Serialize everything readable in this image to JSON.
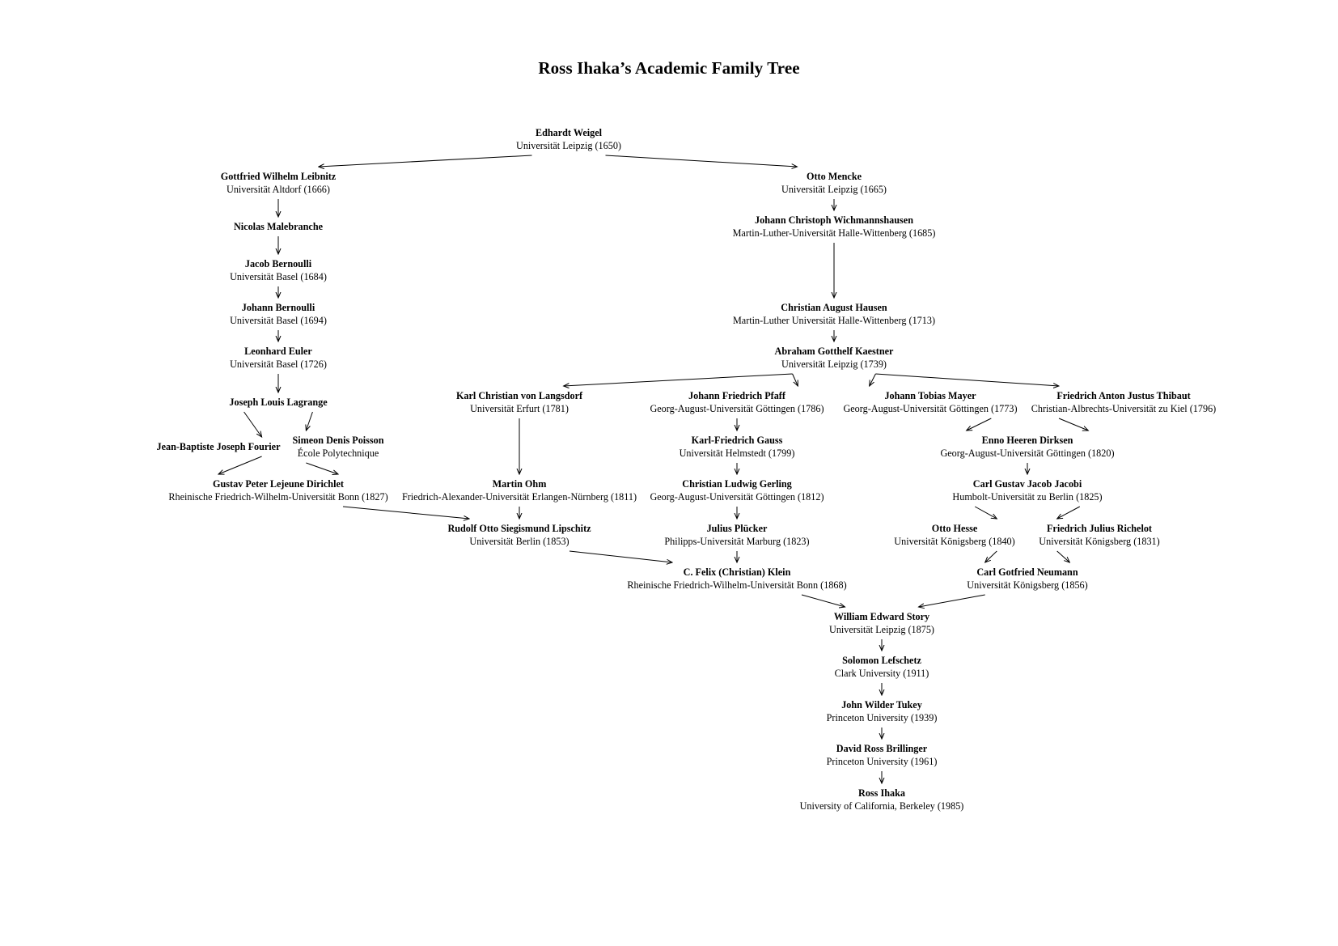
{
  "title": "Ross Ihaka’s Academic Family Tree",
  "nodes": {
    "weigel": {
      "name": "Edhardt Weigel",
      "institution": "Universität Leipzig (1650)"
    },
    "leibnitz": {
      "name": "Gottfried Wilhelm Leibnitz",
      "institution": "Universität Altdorf (1666)"
    },
    "mencke": {
      "name": "Otto Mencke",
      "institution": "Universität Leipzig (1665)"
    },
    "malebranche": {
      "name": "Nicolas Malebranche",
      "institution": ""
    },
    "wichmannshausen": {
      "name": "Johann Christoph Wichmannshausen",
      "institution": "Martin-Luther-Universität Halle-Wittenberg (1685)"
    },
    "jacob_bernoulli": {
      "name": "Jacob Bernoulli",
      "institution": "Universität Basel (1684)"
    },
    "johann_bernoulli": {
      "name": "Johann Bernoulli",
      "institution": "Universität Basel (1694)"
    },
    "hausen": {
      "name": "Christian August Hausen",
      "institution": "Martin-Luther Universität Halle-Wittenberg (1713)"
    },
    "euler": {
      "name": "Leonhard Euler",
      "institution": "Universität Basel (1726)"
    },
    "kaestner": {
      "name": "Abraham Gotthelf Kaestner",
      "institution": "Universität Leipzig (1739)"
    },
    "lagrange": {
      "name": "Joseph Louis Lagrange",
      "institution": ""
    },
    "langsdorf": {
      "name": "Karl Christian von Langsdorf",
      "institution": "Universität Erfurt (1781)"
    },
    "pfaff": {
      "name": "Johann Friedrich Pfaff",
      "institution": "Georg-August-Universität Göttingen (1786)"
    },
    "mayer": {
      "name": "Johann Tobias Mayer",
      "institution": "Georg-August-Universität Göttingen (1773)"
    },
    "thibaut": {
      "name": "Friedrich Anton Justus Thibaut",
      "institution": "Christian-Albrechts-Universität zu Kiel (1796)"
    },
    "fourier": {
      "name": "Jean-Baptiste Joseph Fourier",
      "institution": ""
    },
    "poisson": {
      "name": "Simeon Denis Poisson",
      "institution": "École Polytechnique"
    },
    "gauss": {
      "name": "Karl-Friedrich Gauss",
      "institution": "Universität Helmstedt (1799)"
    },
    "dirksen": {
      "name": "Enno Heeren Dirksen",
      "institution": "Georg-August-Universität Göttingen (1820)"
    },
    "dirichlet": {
      "name": "Gustav Peter Lejeune Dirichlet",
      "institution": "Rheinische Friedrich-Wilhelm-Universität Bonn (1827)"
    },
    "ohm": {
      "name": "Martin Ohm",
      "institution": "Friedrich-Alexander-Universität Erlangen-Nürnberg (1811)"
    },
    "gerling": {
      "name": "Christian Ludwig Gerling",
      "institution": "Georg-August-Universität Göttingen (1812)"
    },
    "jacobi": {
      "name": "Carl Gustav Jacob Jacobi",
      "institution": "Humbolt-Universität zu Berlin (1825)"
    },
    "lipschitz": {
      "name": "Rudolf Otto Siegismund Lipschitz",
      "institution": "Universität Berlin (1853)"
    },
    "pluecker": {
      "name": "Julius Plücker",
      "institution": "Philipps-Universität Marburg (1823)"
    },
    "hesse": {
      "name": "Otto Hesse",
      "institution": "Universität Königsberg (1840)"
    },
    "richelot": {
      "name": "Friedrich Julius Richelot",
      "institution": "Universität Königsberg (1831)"
    },
    "klein": {
      "name": "C. Felix (Christian) Klein",
      "institution": "Rheinische Friedrich-Wilhelm-Universität Bonn (1868)"
    },
    "neumann": {
      "name": "Carl Gotfried Neumann",
      "institution": "Universität Königsberg (1856)"
    },
    "story": {
      "name": "William Edward Story",
      "institution": "Universität Leipzig (1875)"
    },
    "lefschetz": {
      "name": "Solomon Lefschetz",
      "institution": "Clark University (1911)"
    },
    "tukey": {
      "name": "John Wilder Tukey",
      "institution": "Princeton University (1939)"
    },
    "brillinger": {
      "name": "David Ross Brillinger",
      "institution": "Princeton University (1961)"
    },
    "ihaka": {
      "name": "Ross Ihaka",
      "institution": "University of California, Berkeley (1985)"
    }
  },
  "edges": [
    [
      "weigel",
      "leibnitz"
    ],
    [
      "weigel",
      "mencke"
    ],
    [
      "leibnitz",
      "malebranche"
    ],
    [
      "malebranche",
      "jacob_bernoulli"
    ],
    [
      "jacob_bernoulli",
      "johann_bernoulli"
    ],
    [
      "johann_bernoulli",
      "euler"
    ],
    [
      "euler",
      "lagrange"
    ],
    [
      "lagrange",
      "fourier"
    ],
    [
      "lagrange",
      "poisson"
    ],
    [
      "fourier",
      "dirichlet"
    ],
    [
      "poisson",
      "dirichlet"
    ],
    [
      "dirichlet",
      "lipschitz"
    ],
    [
      "mencke",
      "wichmannshausen"
    ],
    [
      "wichmannshausen",
      "hausen"
    ],
    [
      "hausen",
      "kaestner"
    ],
    [
      "kaestner",
      "langsdorf"
    ],
    [
      "kaestner",
      "pfaff"
    ],
    [
      "kaestner",
      "mayer"
    ],
    [
      "kaestner",
      "thibaut"
    ],
    [
      "langsdorf",
      "ohm"
    ],
    [
      "ohm",
      "lipschitz"
    ],
    [
      "pfaff",
      "gauss"
    ],
    [
      "gauss",
      "gerling"
    ],
    [
      "gerling",
      "pluecker"
    ],
    [
      "lipschitz",
      "klein"
    ],
    [
      "pluecker",
      "klein"
    ],
    [
      "mayer",
      "dirksen"
    ],
    [
      "thibaut",
      "dirksen"
    ],
    [
      "dirksen",
      "jacobi"
    ],
    [
      "jacobi",
      "hesse"
    ],
    [
      "jacobi",
      "richelot"
    ],
    [
      "hesse",
      "neumann"
    ],
    [
      "richelot",
      "neumann"
    ],
    [
      "klein",
      "story"
    ],
    [
      "neumann",
      "story"
    ],
    [
      "story",
      "lefschetz"
    ],
    [
      "lefschetz",
      "tukey"
    ],
    [
      "tukey",
      "brillinger"
    ],
    [
      "brillinger",
      "ihaka"
    ]
  ]
}
